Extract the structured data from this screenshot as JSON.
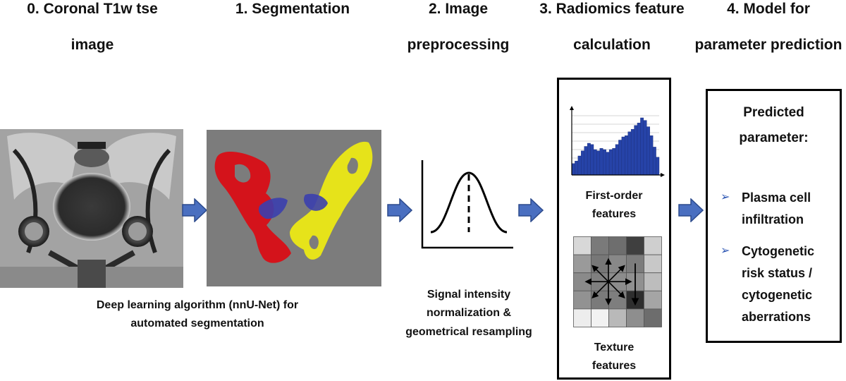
{
  "steps": {
    "step0": {
      "line1": "0. Coronal T1w tse",
      "line2": "image"
    },
    "step1": {
      "line1": "1. Segmentation"
    },
    "step2": {
      "line1": "2. Image",
      "line2": "preprocessing"
    },
    "step3": {
      "line1": "3. Radiomics feature",
      "line2": "calculation"
    },
    "step4": {
      "line1": "4. Model for",
      "line2": "parameter prediction"
    }
  },
  "captions": {
    "segmentation": {
      "line1": "Deep learning algorithm (nnU-Net) for",
      "line2": "automated segmentation"
    },
    "preprocessing": {
      "line1": "Signal intensity",
      "line2": "normalization &",
      "line3": "geometrical resampling"
    }
  },
  "features": {
    "first_order": {
      "line1": "First-order",
      "line2": "features"
    },
    "texture": {
      "line1": "Texture",
      "line2": "features"
    },
    "histogram_values": [
      0.18,
      0.22,
      0.3,
      0.38,
      0.45,
      0.5,
      0.48,
      0.4,
      0.38,
      0.42,
      0.4,
      0.36,
      0.4,
      0.42,
      0.48,
      0.55,
      0.6,
      0.62,
      0.68,
      0.72,
      0.78,
      0.82,
      0.9,
      0.86,
      0.76,
      0.62,
      0.44,
      0.28
    ],
    "texture_grid": [
      [
        "#d8d8d8",
        "#7a7a7a",
        "#6e6e6e",
        "#3f3f3f",
        "#cfcfcf"
      ],
      [
        "#9a9a9a",
        "#777777",
        "#888888",
        "#7c7c7c",
        "#c8c8c8"
      ],
      [
        "#8a8a8a",
        "#7f7f7f",
        "#8c8c8c",
        "#909090",
        "#bdbdbd"
      ],
      [
        "#929292",
        "#7a7a7a",
        "#7e7e7e",
        "#2e2e2e",
        "#a5a5a5"
      ],
      [
        "#ededed",
        "#f2f2f2",
        "#b9b9b9",
        "#8e8e8e",
        "#6d6d6d"
      ]
    ]
  },
  "model": {
    "title_line1": "Predicted",
    "title_line2": "parameter:",
    "items": [
      {
        "line1": "Plasma cell",
        "line2": "infiltration"
      },
      {
        "line1": "Cytogenetic",
        "line2": "risk status /",
        "line3": "cytogenetic",
        "line4": "aberrations"
      }
    ],
    "bullet_glyph": "➢"
  },
  "colors": {
    "arrow": "#4a6fc0",
    "arrow_stroke": "#2c4a8c",
    "histogram": "#2643a8",
    "bullet": "#2f58b4",
    "seg_left": "#d4131b",
    "seg_right": "#e6e31a",
    "seg_mid": "#3b3fae"
  }
}
